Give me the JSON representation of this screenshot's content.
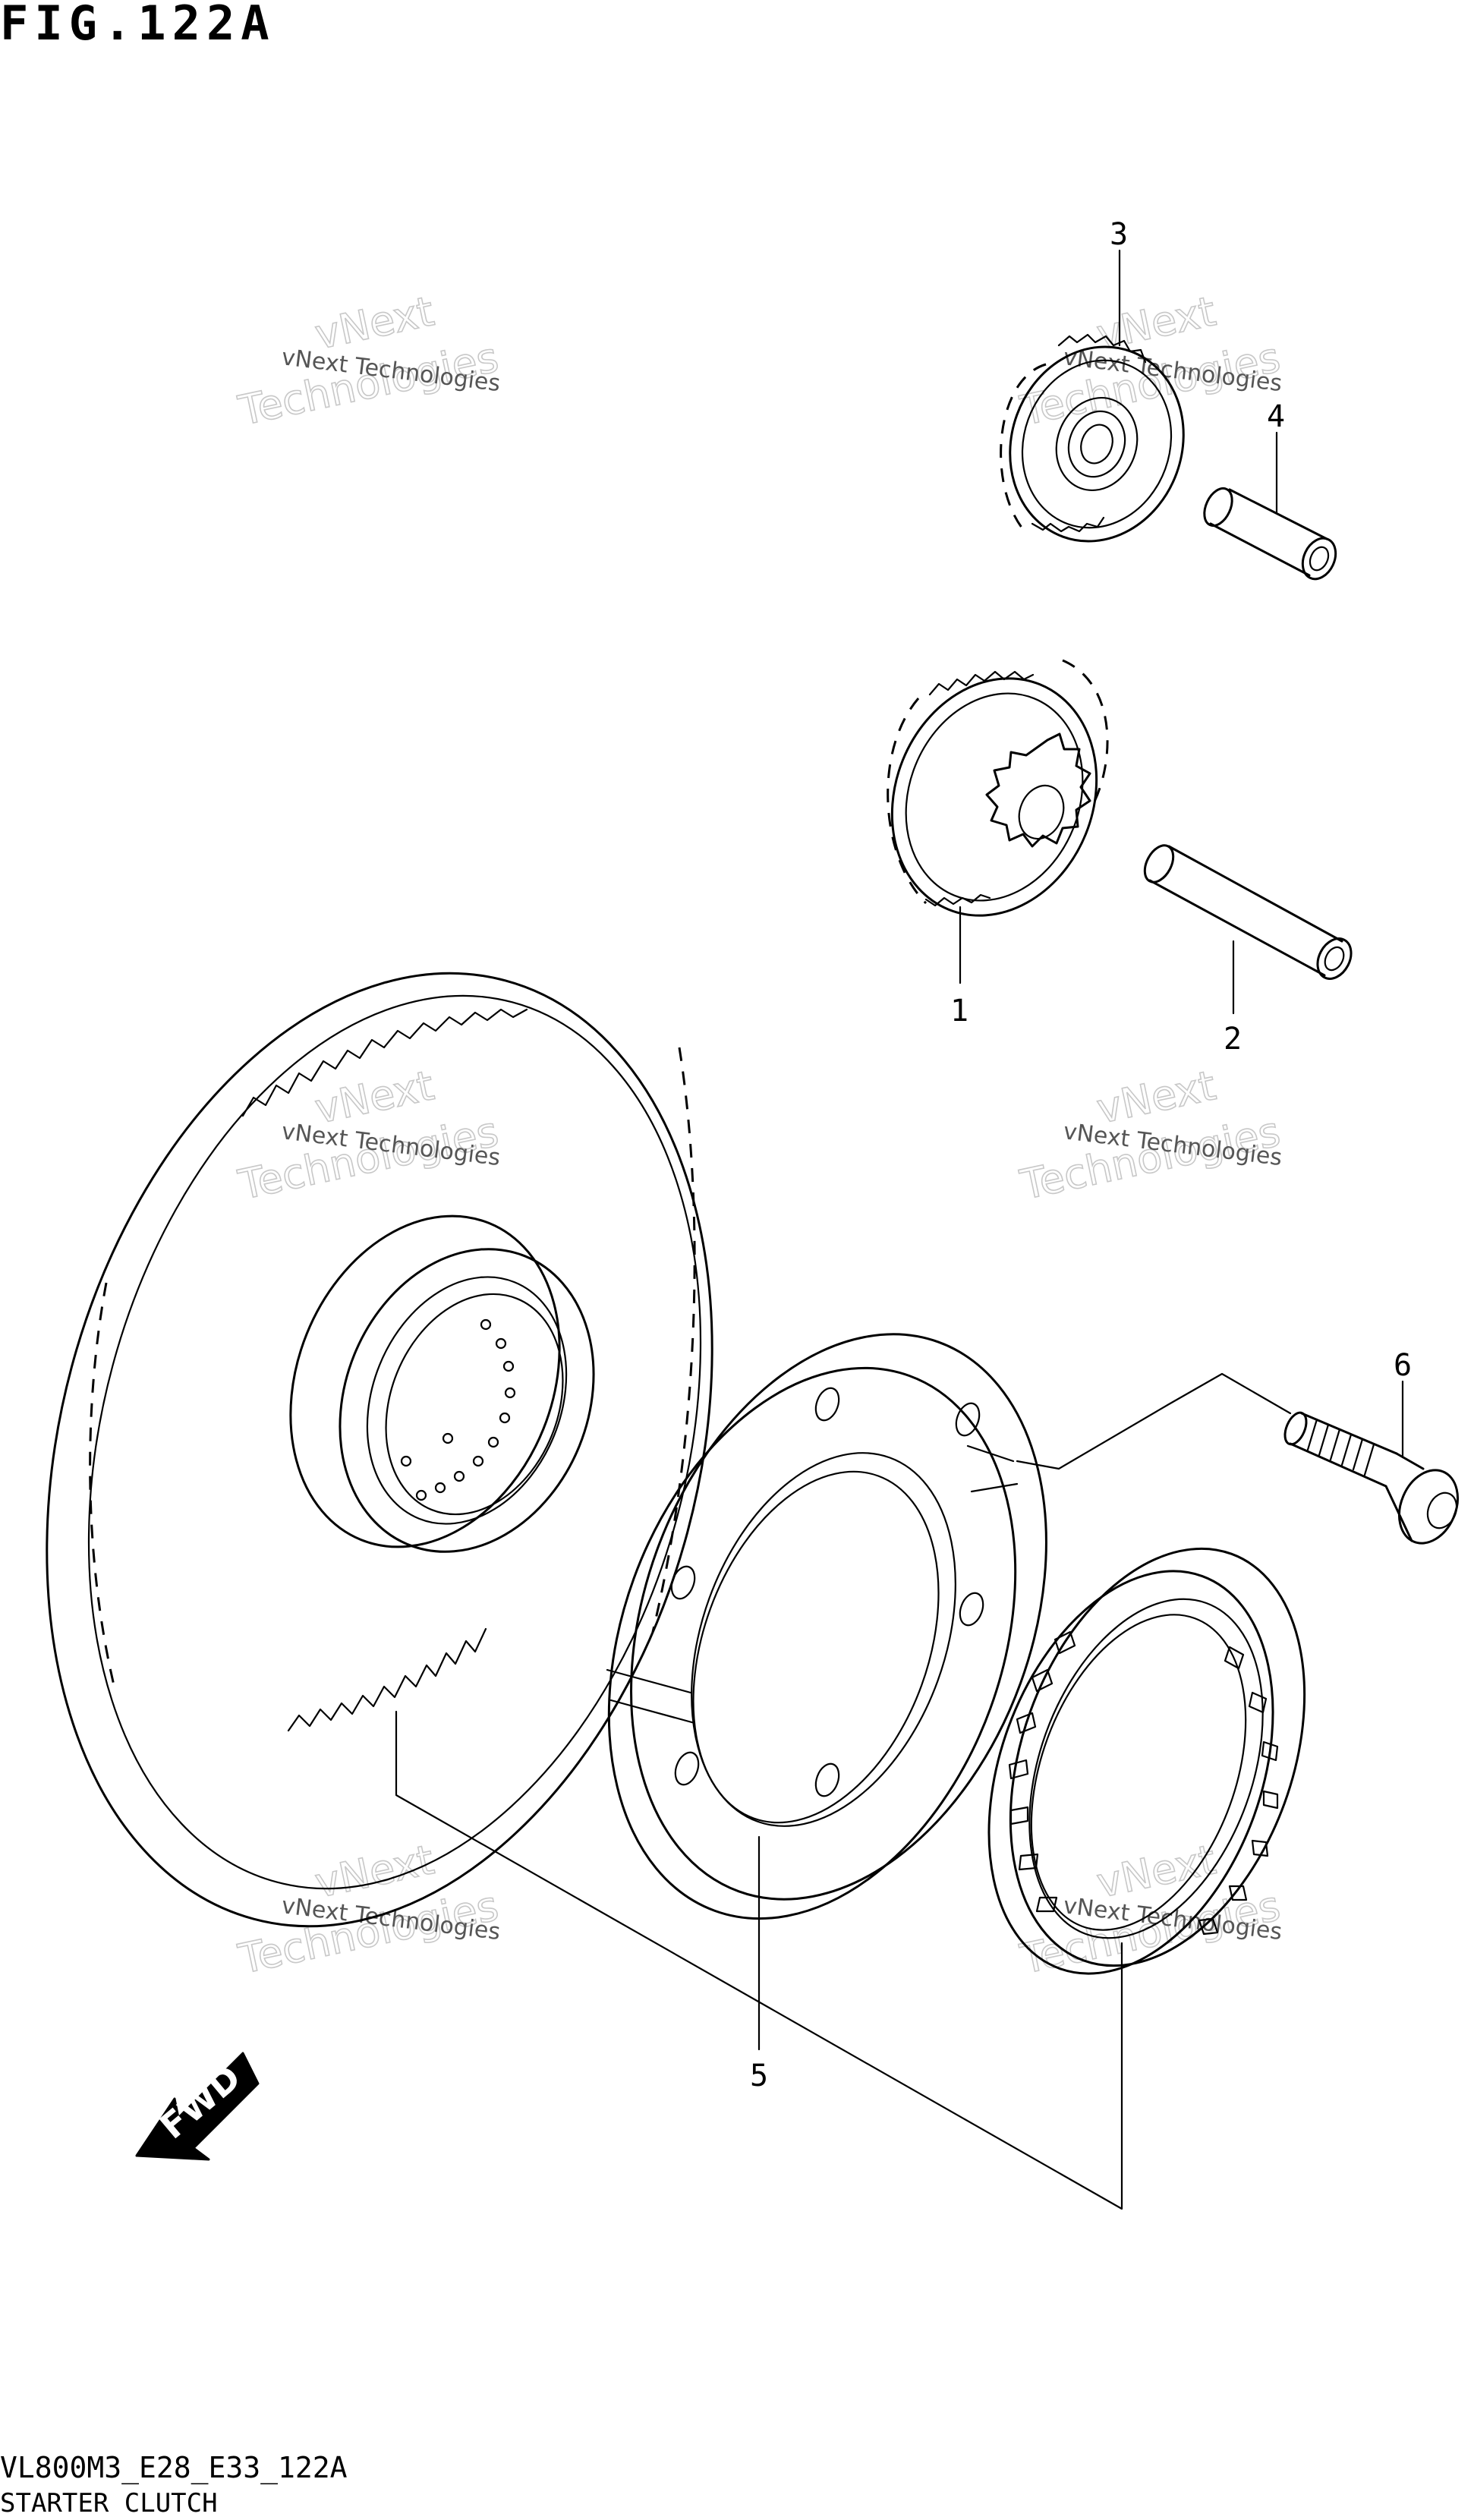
{
  "figure": {
    "title": "FIG.122A",
    "model_code": "VL800M3_E28_E33_122A",
    "name": "STARTER CLUTCH"
  },
  "callouts": [
    "1",
    "2",
    "3",
    "4",
    "5",
    "6"
  ],
  "watermark": {
    "small": "vNext Technologies",
    "big_top": "vNext",
    "big_bottom": "Technologies"
  },
  "direction_arrow": {
    "label": "FWD",
    "icon": "fwd-arrow-icon"
  },
  "colors": {
    "line": "#000000",
    "watermark": "#c8c8c8",
    "background": "#ffffff"
  }
}
